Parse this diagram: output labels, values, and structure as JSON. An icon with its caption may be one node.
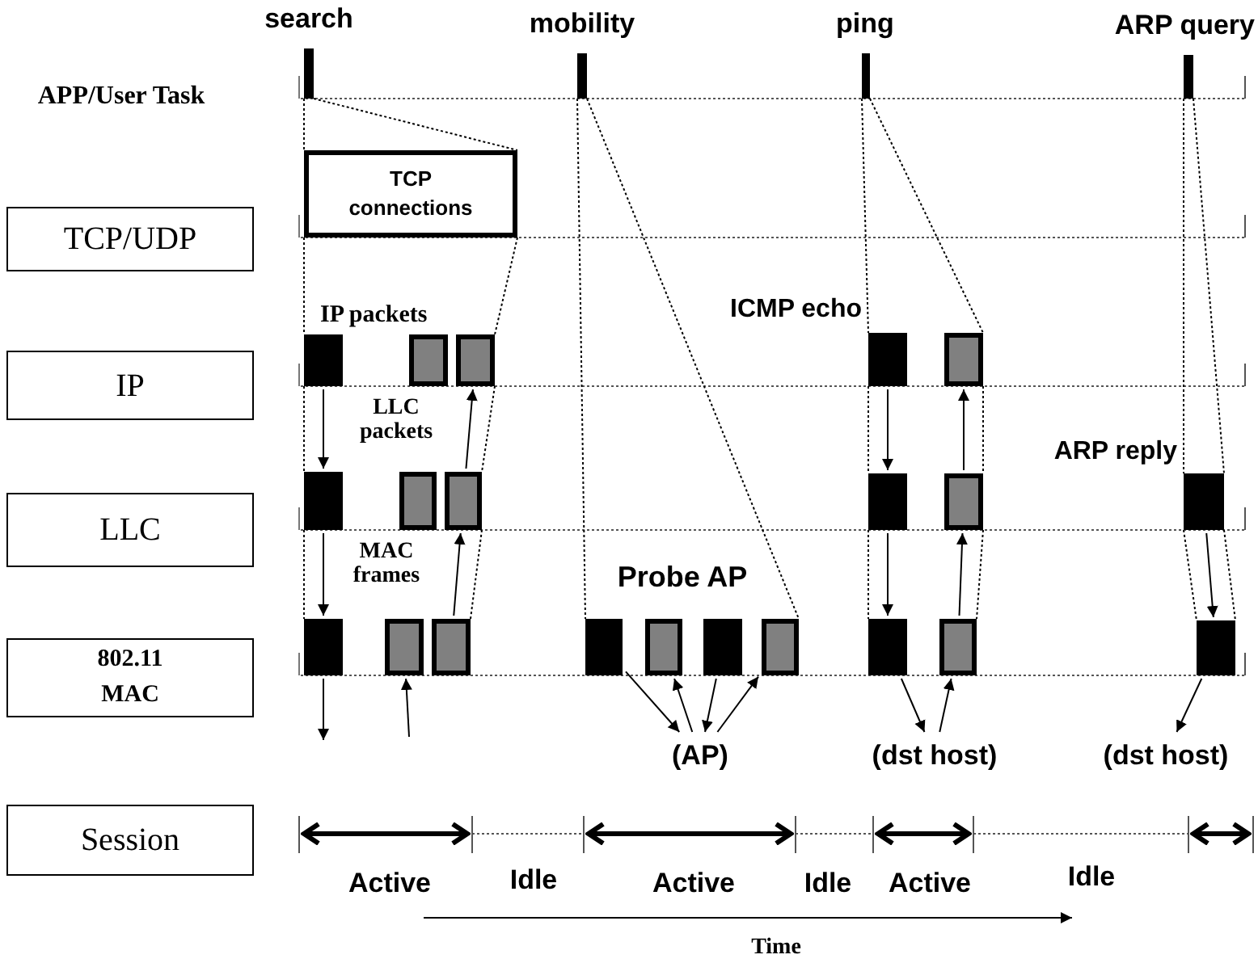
{
  "diagram": {
    "nodes": [
      {
        "text": [
          "APP/User Task"
        ]
      },
      {
        "text": [],
        "shape": "bar",
        "beside": [
          "search"
        ]
      },
      {
        "text": [],
        "shape": "bar",
        "beside": [
          "mobility"
        ]
      },
      {
        "text": [],
        "shape": "bar",
        "beside": [
          "ping"
        ]
      },
      {
        "text": [],
        "shape": "bar",
        "beside": [
          "ARP query"
        ]
      },
      {
        "text": [
          "TCP/UDP"
        ]
      },
      {
        "text": [
          "TCP connections"
        ]
      },
      {
        "text": [
          "IP"
        ]
      },
      {
        "text": [],
        "shape": "box"
      },
      {
        "text": [],
        "shape": "box"
      },
      {
        "text": [],
        "shape": "box"
      },
      {
        "text": [],
        "shape": "box"
      },
      {
        "text": [],
        "shape": "box"
      },
      {
        "text": [
          "LLC"
        ]
      },
      {
        "text": [],
        "shape": "box"
      },
      {
        "text": [],
        "shape": "box"
      },
      {
        "text": [],
        "shape": "box"
      },
      {
        "text": [],
        "shape": "box"
      },
      {
        "text": [],
        "shape": "box"
      },
      {
        "text": [],
        "shape": "box"
      },
      {
        "text": [
          "802.11 MAC"
        ]
      },
      {
        "text": [],
        "shape": "box"
      },
      {
        "text": [],
        "shape": "box"
      },
      {
        "text": [],
        "shape": "box"
      },
      {
        "text": [],
        "shape": "box"
      },
      {
        "text": [],
        "shape": "box"
      },
      {
        "text": [],
        "shape": "box"
      },
      {
        "text": [],
        "shape": "box"
      },
      {
        "text": [],
        "shape": "box"
      },
      {
        "text": [],
        "shape": "box"
      },
      {
        "text": [],
        "shape": "box"
      },
      {
        "text": [
          "(AP)"
        ]
      },
      {
        "text": [
          "(dst host)"
        ]
      },
      {
        "text": [
          "(dst host)"
        ]
      },
      {
        "text": [
          "Session"
        ]
      }
    ],
    "edges": [
      {
        "from": 1,
        "to": 6,
        "arrow": "none",
        "style": "dashed"
      },
      {
        "from": 1,
        "to": 6,
        "arrow": "none",
        "style": "dashed"
      },
      {
        "from": 6,
        "to": 8,
        "arrow": "none",
        "style": "dashed"
      },
      {
        "from": 6,
        "to": 10,
        "arrow": "none",
        "style": "dashed"
      },
      {
        "from": 8,
        "to": 14,
        "arrow": "none",
        "style": "dashed"
      },
      {
        "from": 10,
        "to": 16,
        "arrow": "none",
        "style": "dashed"
      },
      {
        "from": 14,
        "to": 21,
        "arrow": "none",
        "style": "dashed"
      },
      {
        "from": 16,
        "to": 23,
        "arrow": "none",
        "style": "dashed"
      },
      {
        "from": 2,
        "to": 24,
        "arrow": "none",
        "style": "dashed"
      },
      {
        "from": 2,
        "to": 27,
        "arrow": "none",
        "style": "dashed"
      },
      {
        "from": 3,
        "to": 11,
        "arrow": "none",
        "style": "dashed"
      },
      {
        "from": 3,
        "to": 12,
        "arrow": "none",
        "style": "dashed"
      },
      {
        "from": 11,
        "to": 17,
        "arrow": "none",
        "style": "dashed"
      },
      {
        "from": 12,
        "to": 18,
        "arrow": "none",
        "style": "dashed"
      },
      {
        "from": 17,
        "to": 28,
        "arrow": "none",
        "style": "dashed"
      },
      {
        "from": 18,
        "to": 29,
        "arrow": "none",
        "style": "dashed"
      },
      {
        "from": 4,
        "to": 19,
        "arrow": "none",
        "style": "dashed"
      },
      {
        "from": 4,
        "to": 19,
        "arrow": "none",
        "style": "dashed"
      },
      {
        "from": 19,
        "to": 30,
        "arrow": "none",
        "style": "dashed"
      },
      {
        "from": 19,
        "to": 30,
        "arrow": "none",
        "style": "dashed"
      },
      {
        "from": 8,
        "to": 14,
        "arrow": "to"
      },
      {
        "from": 16,
        "to": 10,
        "arrow": "to"
      },
      {
        "from": 14,
        "to": 21,
        "arrow": "to"
      },
      {
        "from": 23,
        "to": 16,
        "arrow": "to"
      },
      {
        "from": 21,
        "to": null,
        "arrow": "to"
      },
      {
        "from": null,
        "to": 22,
        "arrow": "to"
      },
      {
        "from": 24,
        "to": 31,
        "arrow": "to"
      },
      {
        "from": 31,
        "to": 25,
        "arrow": "to"
      },
      {
        "from": 26,
        "to": 31,
        "arrow": "to"
      },
      {
        "from": 31,
        "to": 27,
        "arrow": "to"
      },
      {
        "from": 11,
        "to": 17,
        "arrow": "to"
      },
      {
        "from": 18,
        "to": 12,
        "arrow": "to"
      },
      {
        "from": 17,
        "to": 28,
        "arrow": "to"
      },
      {
        "from": 29,
        "to": 18,
        "arrow": "to"
      },
      {
        "from": 28,
        "to": 32,
        "arrow": "to"
      },
      {
        "from": 32,
        "to": 29,
        "arrow": "to"
      },
      {
        "from": 19,
        "to": 30,
        "arrow": "to"
      },
      {
        "from": 30,
        "to": 33,
        "arrow": "to"
      }
    ],
    "labels": [
      "IP packets",
      "ICMP echo",
      "LLC packets",
      "ARP reply",
      "MAC frames",
      "Probe AP",
      "Active",
      "Idle",
      "Active",
      "Idle",
      "Active",
      "Idle",
      "Time"
    ]
  }
}
